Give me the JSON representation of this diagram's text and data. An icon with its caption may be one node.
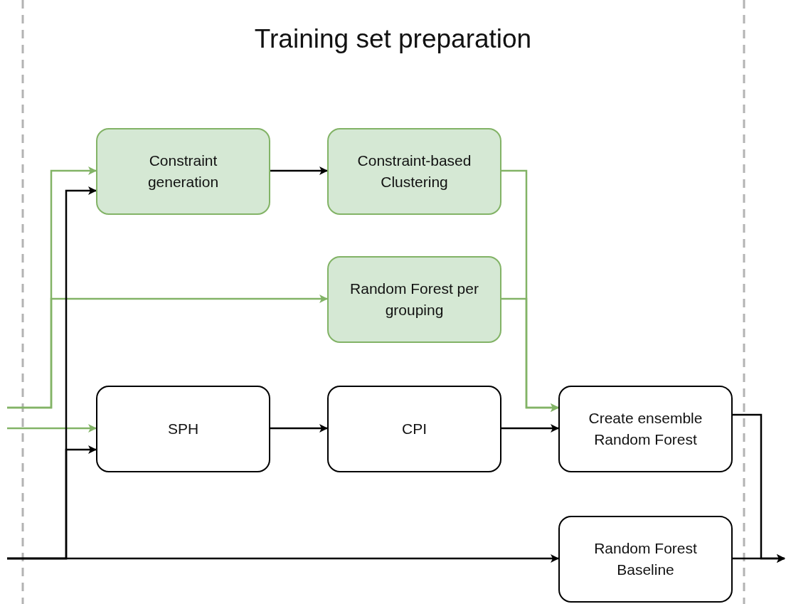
{
  "diagram": {
    "title": "Training set preparation",
    "nodes": [
      {
        "text": [
          "Constraint generation"
        ]
      },
      {
        "text": [
          "Constraint-based Clustering"
        ]
      },
      {
        "text": [
          "Random Forest per grouping"
        ]
      },
      {
        "text": [
          "SPH"
        ]
      },
      {
        "text": [
          "CPI"
        ]
      },
      {
        "text": [
          "Create ensemble Random Forest"
        ]
      },
      {
        "text": [
          "Random Forest Baseline"
        ]
      }
    ],
    "edges": [
      {
        "from": null,
        "to": 0,
        "arrow": "to",
        "color": "#82b366"
      },
      {
        "from": null,
        "to": 2,
        "arrow": "to",
        "color": "#82b366"
      },
      {
        "from": null,
        "to": 3,
        "arrow": "to",
        "color": "#82b366"
      },
      {
        "from": null,
        "to": 0,
        "arrow": "to"
      },
      {
        "from": null,
        "to": 3,
        "arrow": "to"
      },
      {
        "from": null,
        "to": 6,
        "arrow": "to"
      },
      {
        "from": 0,
        "to": 1,
        "arrow": "to"
      },
      {
        "from": 1,
        "to": 5,
        "arrow": "to",
        "color": "#82b366"
      },
      {
        "from": 2,
        "to": 5,
        "arrow": "to",
        "color": "#82b366"
      },
      {
        "from": 3,
        "to": 4,
        "arrow": "to"
      },
      {
        "from": 4,
        "to": 5,
        "arrow": "to"
      },
      {
        "from": 5,
        "to": null,
        "arrow": "to"
      },
      {
        "from": 6,
        "to": null,
        "arrow": "to"
      }
    ]
  }
}
